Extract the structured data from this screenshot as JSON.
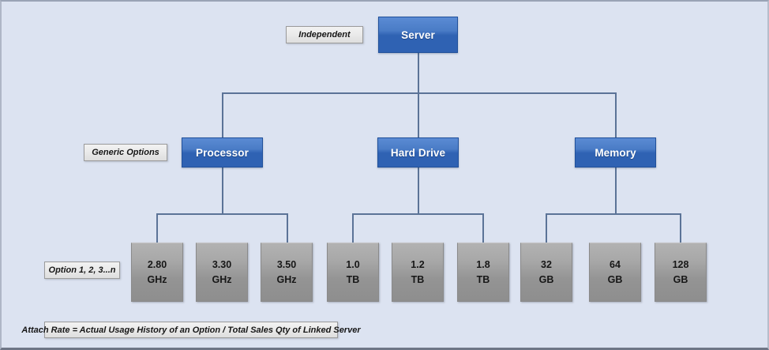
{
  "diagram": {
    "title_node": {
      "label": "Server"
    },
    "level_tags": [
      {
        "name": "independent",
        "label": "Independent"
      },
      {
        "name": "generic-options",
        "label": "Generic Options"
      },
      {
        "name": "option-series",
        "label": "Option 1, 2, 3...n"
      }
    ],
    "categories": [
      {
        "label": "Processor"
      },
      {
        "label": "Hard Drive"
      },
      {
        "label": "Memory"
      }
    ],
    "options": [
      {
        "value": "2.80",
        "unit": "GHz"
      },
      {
        "value": "3.30",
        "unit": "GHz"
      },
      {
        "value": "3.50",
        "unit": "GHz"
      },
      {
        "value": "1.0",
        "unit": "TB"
      },
      {
        "value": "1.2",
        "unit": "TB"
      },
      {
        "value": "1.8",
        "unit": "TB"
      },
      {
        "value": "32",
        "unit": "GB"
      },
      {
        "value": "64",
        "unit": "GB"
      },
      {
        "value": "128",
        "unit": "GB"
      }
    ],
    "footnote": "Attach Rate = Actual Usage History of an Option / Total Sales Qty of Linked Server",
    "colors": {
      "canvas_background": "#dce3f1",
      "node_blue": "#2f62b3",
      "node_gray": "#9a9a9a",
      "connector": "#5b7397",
      "tag_background": "#eaeaea"
    }
  }
}
